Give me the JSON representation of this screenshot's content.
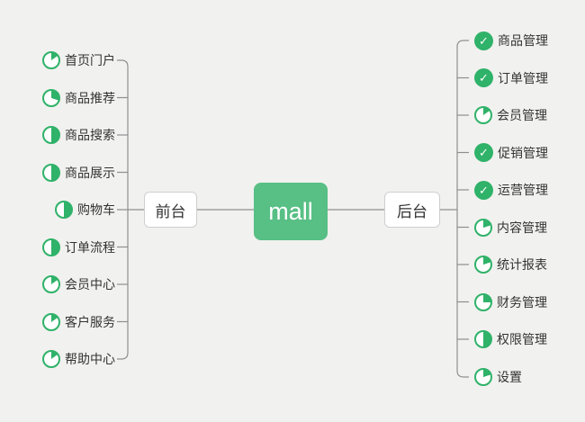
{
  "colors": {
    "background": "#f1f1ef",
    "line": "#8f8f8f",
    "green": "#2fb269",
    "node_border": "#cfcfcf",
    "node_background": "#ffffff",
    "root_background": "#58bf85",
    "root_text": "#ffffff",
    "text": "#333333"
  },
  "root": {
    "label": "mall"
  },
  "left_branch": {
    "label": "前台",
    "items": [
      {
        "label": "首页门户",
        "progress": 0.15
      },
      {
        "label": "商品推荐",
        "progress": 0.3
      },
      {
        "label": "商品搜索",
        "progress": 0.5
      },
      {
        "label": "商品展示",
        "progress": 0.5
      },
      {
        "label": "购物车",
        "progress": 0.5
      },
      {
        "label": "订单流程",
        "progress": 0.5
      },
      {
        "label": "会员中心",
        "progress": 0.15
      },
      {
        "label": "客户服务",
        "progress": 0.15
      },
      {
        "label": "帮助中心",
        "progress": 0.15
      }
    ]
  },
  "right_branch": {
    "label": "后台",
    "items": [
      {
        "label": "商品管理",
        "progress": 1
      },
      {
        "label": "订单管理",
        "progress": 1
      },
      {
        "label": "会员管理",
        "progress": 0.15
      },
      {
        "label": "促销管理",
        "progress": 1
      },
      {
        "label": "运营管理",
        "progress": 1
      },
      {
        "label": "内容管理",
        "progress": 0.2
      },
      {
        "label": "统计报表",
        "progress": 0.2
      },
      {
        "label": "财务管理",
        "progress": 0.25
      },
      {
        "label": "权限管理",
        "progress": 0.5
      },
      {
        "label": "设置",
        "progress": 0.2
      }
    ]
  },
  "icons": {
    "check_glyph": "✓"
  }
}
